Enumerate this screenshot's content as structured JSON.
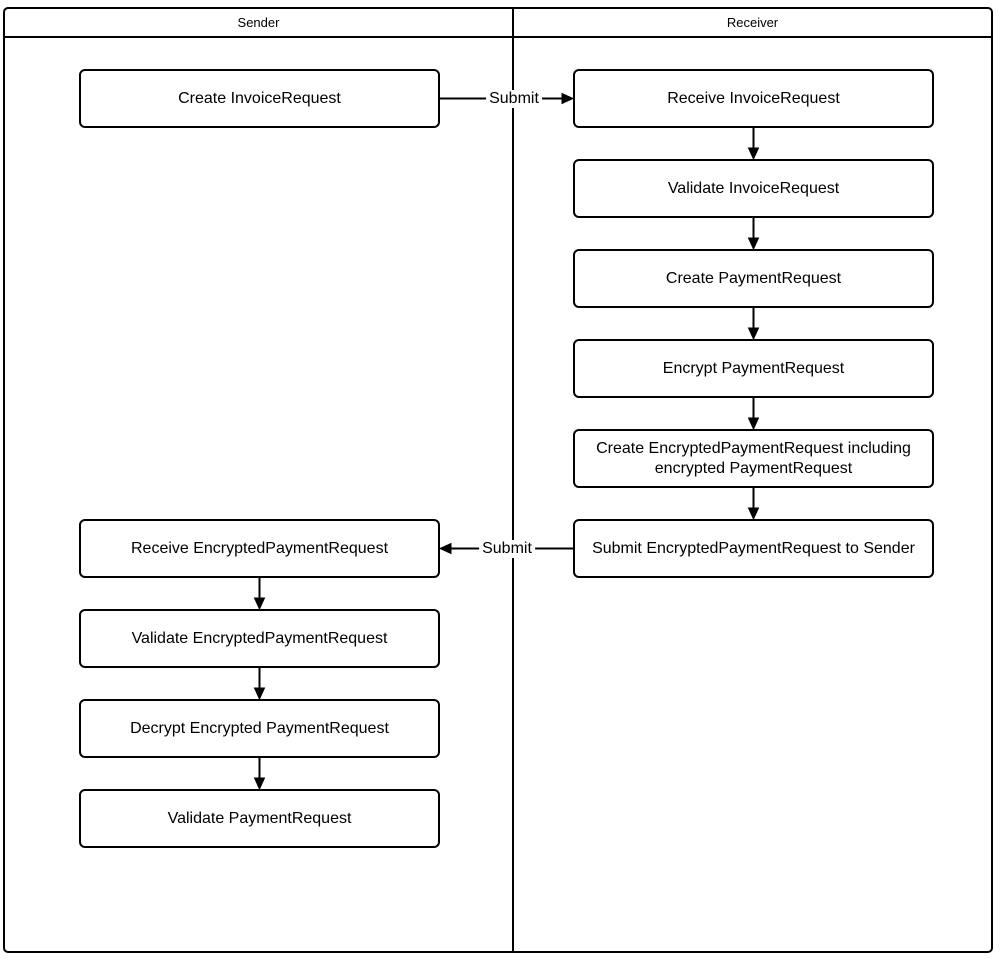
{
  "diagram": {
    "type": "flowchart-swimlane",
    "colors": {
      "stroke": "#000000",
      "background": "#ffffff"
    },
    "lanes": [
      {
        "title": "Sender",
        "boxes": [
          {
            "label": "Create InvoiceRequest"
          },
          {
            "label": "Receive EncryptedPaymentRequest"
          },
          {
            "label": "Validate EncryptedPaymentRequest"
          },
          {
            "label": "Decrypt Encrypted PaymentRequest"
          },
          {
            "label": "Validate PaymentRequest"
          }
        ]
      },
      {
        "title": "Receiver",
        "boxes": [
          {
            "label": "Receive InvoiceRequest"
          },
          {
            "label": "Validate InvoiceRequest"
          },
          {
            "label": "Create PaymentRequest"
          },
          {
            "label": "Encrypt PaymentRequest"
          },
          {
            "label": "Create EncryptedPaymentRequest including encrypted PaymentRequest"
          },
          {
            "label": "Submit EncryptedPaymentRequest to Sender"
          }
        ]
      }
    ],
    "connectors": [
      {
        "label": "Submit",
        "from": "Create InvoiceRequest",
        "to": "Receive InvoiceRequest"
      },
      {
        "label": "Submit",
        "from": "Submit EncryptedPaymentRequest to Sender",
        "to": "Receive EncryptedPaymentRequest"
      }
    ]
  }
}
